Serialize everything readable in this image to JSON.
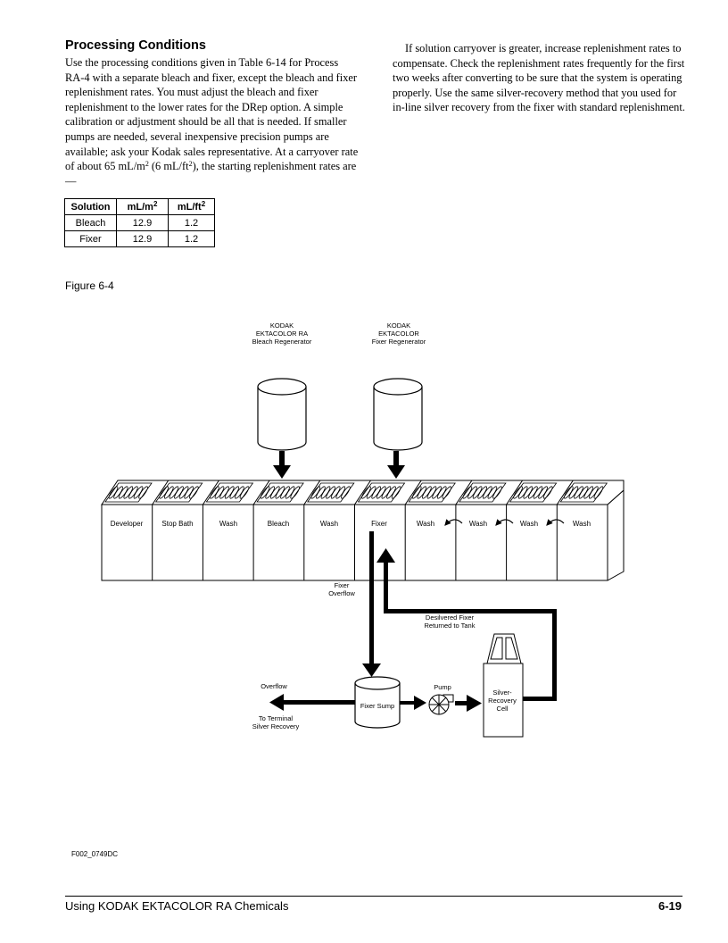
{
  "heading": "Processing Conditions",
  "left_paragraph": {
    "part1": "Use the processing conditions given in Table 6-14 for Process RA-4 with a separate bleach and fixer, except the bleach and fixer replenishment rates. You must adjust the bleach and fixer replenishment to the lower rates for the DRep option. A simple calibration or adjustment should be all that is needed. If smaller pumps are needed, several inexpensive precision pumps are available; ask your Kodak sales representative. At a carryover rate of about 65 mL/m",
    "sup1": "2",
    "part2": " (6 mL/ft",
    "sup2": "2",
    "part3": "), the starting replenishment rates are—"
  },
  "right_paragraph": "If solution carryover is greater, increase replenishment rates to compensate. Check the replenishment rates frequently for the first two weeks after converting to be sure that the system is operating properly. Use the same silver-recovery method that you used for in-line silver recovery from the fixer with standard replenishment.",
  "table": {
    "headers": [
      {
        "base": "Solution",
        "sup": ""
      },
      {
        "base": "mL/m",
        "sup": "2"
      },
      {
        "base": "mL/ft",
        "sup": "2"
      }
    ],
    "rows": [
      [
        "Bleach",
        "12.9",
        "1.2"
      ],
      [
        "Fixer",
        "12.9",
        "1.2"
      ]
    ]
  },
  "figure_caption": "Figure 6-4",
  "diagram": {
    "bleach_regen": [
      "KODAK",
      "EKTACOLOR RA",
      "Bleach Regenerator"
    ],
    "fixer_regen": [
      "KODAK",
      "EKTACOLOR",
      "Fixer Regenerator"
    ],
    "tanks": [
      "Developer",
      "Stop Bath",
      "Wash",
      "Bleach",
      "Wash",
      "Fixer",
      "Wash",
      "Wash",
      "Wash",
      "Wash"
    ],
    "fixer_overflow": [
      "Fixer",
      "Overflow"
    ],
    "desilvered": [
      "Desilvered Fixer",
      "Returned to Tank"
    ],
    "overflow": "Overflow",
    "terminal": [
      "To Terminal",
      "Silver Recovery"
    ],
    "fixer_sump": "Fixer Sump",
    "pump": "Pump",
    "cell": [
      "Silver-",
      "Recovery",
      "Cell"
    ]
  },
  "figure_code": "F002_0749DC",
  "footer": {
    "left": "Using KODAK EKTACOLOR RA Chemicals",
    "right": "6-19"
  }
}
